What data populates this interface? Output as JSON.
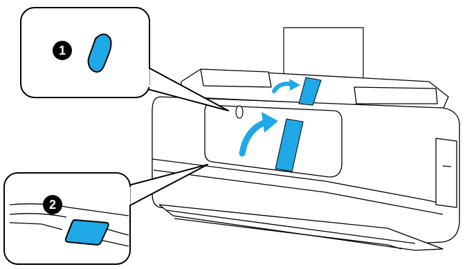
{
  "figure": {
    "kind": "scanner-loading-instruction",
    "steps": [
      {
        "number": "1",
        "icon": "blue-card-slot-position-icon"
      },
      {
        "number": "2",
        "icon": "blue-card-mark-on-output-tray-icon"
      }
    ],
    "colors": {
      "card_blue": "#1fa8e6",
      "card_blue_dark": "#1b8fd0",
      "outline": "#000000",
      "paper": "#ffffff",
      "shade": "#e9e9e9"
    },
    "icons": {
      "arrow_top": "curved-arrow-icon",
      "arrow_main": "curved-arrow-icon",
      "slot_mark": "oval-slot-icon"
    }
  }
}
